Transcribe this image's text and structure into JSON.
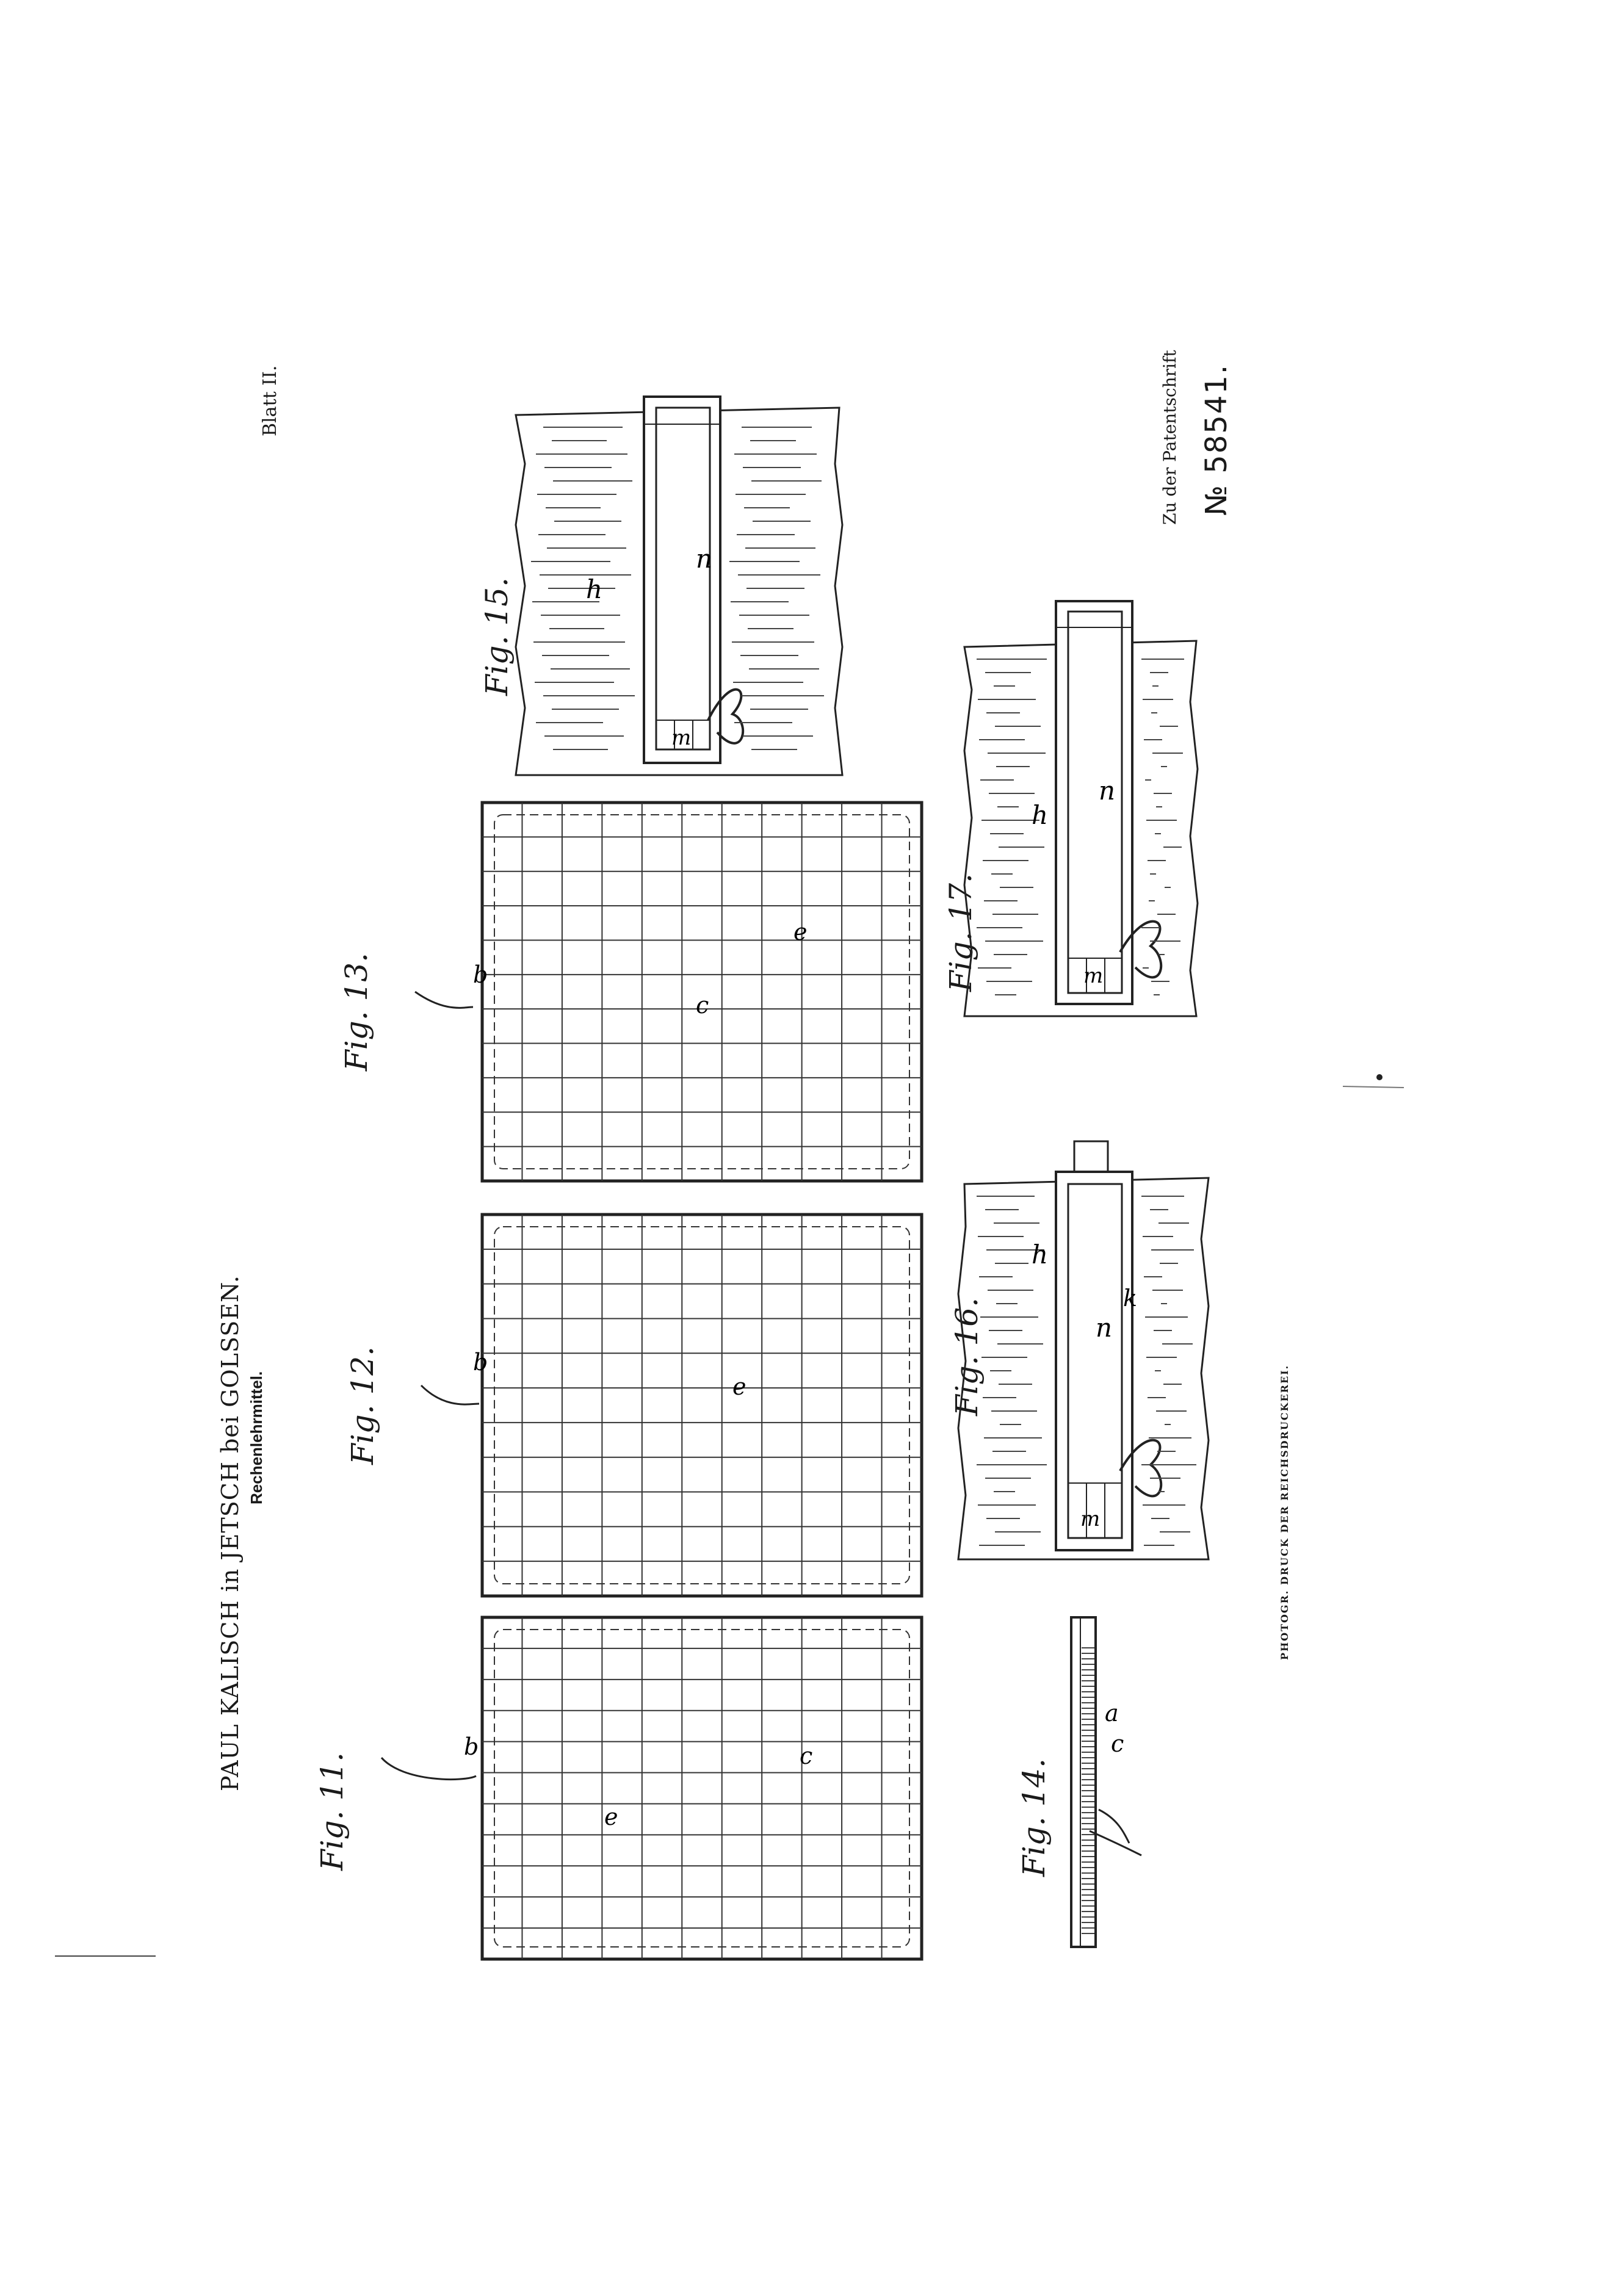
{
  "header": {
    "title": "PAUL KALISCH in JETSCH bei GOLSSEN.",
    "subtitle": "Rechenlehrmittel.",
    "sheet_label": "Blatt II.",
    "patent_prefix": "Zu der Patentschrift",
    "patent_number": "№ 58541.",
    "printer": "PHOTOGR. DRUCK DER REICHSDRUCKEREI."
  },
  "figures": {
    "fig11": "Fig. 11.",
    "fig12": "Fig. 12.",
    "fig13": "Fig. 13.",
    "fig14": "Fig. 14.",
    "fig15": "Fig. 15.",
    "fig16": "Fig. 16.",
    "fig17": "Fig. 17."
  },
  "letters": {
    "b": "b",
    "c": "c",
    "e": "e",
    "a": "a",
    "n": "n",
    "h": "h",
    "m": "m",
    "k": "k"
  }
}
